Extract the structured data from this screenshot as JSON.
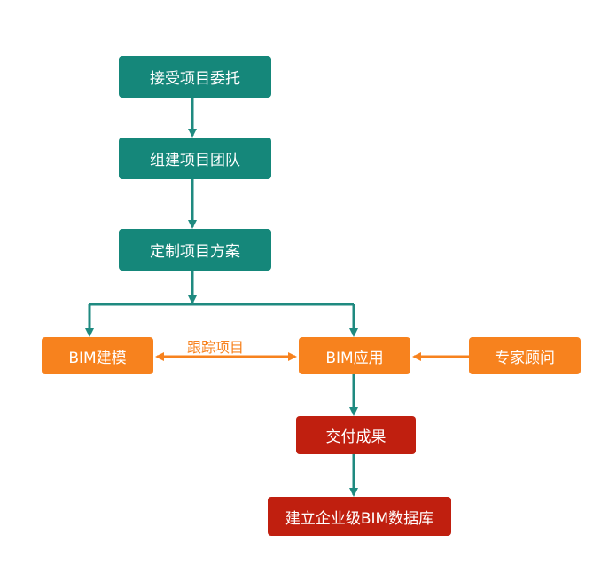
{
  "colors": {
    "teal": "#15877a",
    "orange": "#f7821e",
    "red": "#c01f0f",
    "teal_line": "#1f8a80",
    "orange_line": "#f7821e"
  },
  "nodes": {
    "accept_commission": "接受项目委托",
    "build_team": "组建项目团队",
    "custom_plan": "定制项目方案",
    "bim_modeling": "BIM建模",
    "bim_application": "BIM应用",
    "expert_consultant": "专家顾问",
    "deliver_results": "交付成果",
    "enterprise_database": "建立企业级BIM数据库"
  },
  "edge_labels": {
    "track_project": "跟踪项目"
  }
}
